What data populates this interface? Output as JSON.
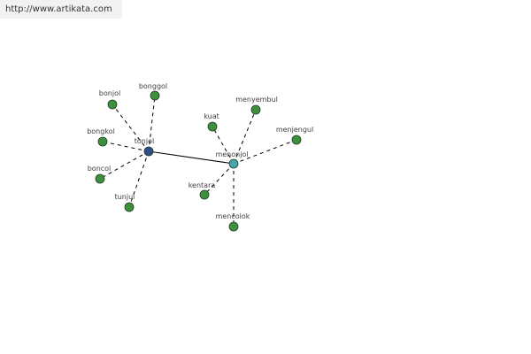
{
  "watermark": {
    "url": "http://www.artikata.com"
  },
  "graph": {
    "link_color": "#000000",
    "hub_nodes": [
      {
        "id": "tonjol",
        "label": "tonjol",
        "color": "#2f4b8a"
      },
      {
        "id": "menonjol",
        "label": "menonjol",
        "color": "#4aa3ad"
      }
    ],
    "leaf_color": "#3e8f3e",
    "leaf_nodes": [
      {
        "id": "bonjol",
        "label": "bonjol"
      },
      {
        "id": "bonggol",
        "label": "bonggol"
      },
      {
        "id": "bongkol",
        "label": "bongkol"
      },
      {
        "id": "boncol",
        "label": "boncol"
      },
      {
        "id": "tunjul",
        "label": "tunjul"
      },
      {
        "id": "kuat",
        "label": "kuat"
      },
      {
        "id": "menyembul",
        "label": "menyembul"
      },
      {
        "id": "menjengul",
        "label": "menjengul"
      },
      {
        "id": "kentara",
        "label": "kentara"
      },
      {
        "id": "mencolok",
        "label": "mencolok"
      }
    ],
    "edges": [
      {
        "from": "tonjol",
        "to": "menonjol",
        "style": "solid"
      },
      {
        "from": "tonjol",
        "to": "bonjol",
        "style": "dashed"
      },
      {
        "from": "tonjol",
        "to": "bonggol",
        "style": "dashed"
      },
      {
        "from": "tonjol",
        "to": "bongkol",
        "style": "dashed"
      },
      {
        "from": "tonjol",
        "to": "boncol",
        "style": "dashed"
      },
      {
        "from": "tonjol",
        "to": "tunjul",
        "style": "dashed"
      },
      {
        "from": "menonjol",
        "to": "kuat",
        "style": "dashed"
      },
      {
        "from": "menonjol",
        "to": "menyembul",
        "style": "dashed"
      },
      {
        "from": "menonjol",
        "to": "menjengul",
        "style": "dashed"
      },
      {
        "from": "menonjol",
        "to": "kentara",
        "style": "dashed"
      },
      {
        "from": "menonjol",
        "to": "mencolok",
        "style": "dashed"
      }
    ]
  }
}
